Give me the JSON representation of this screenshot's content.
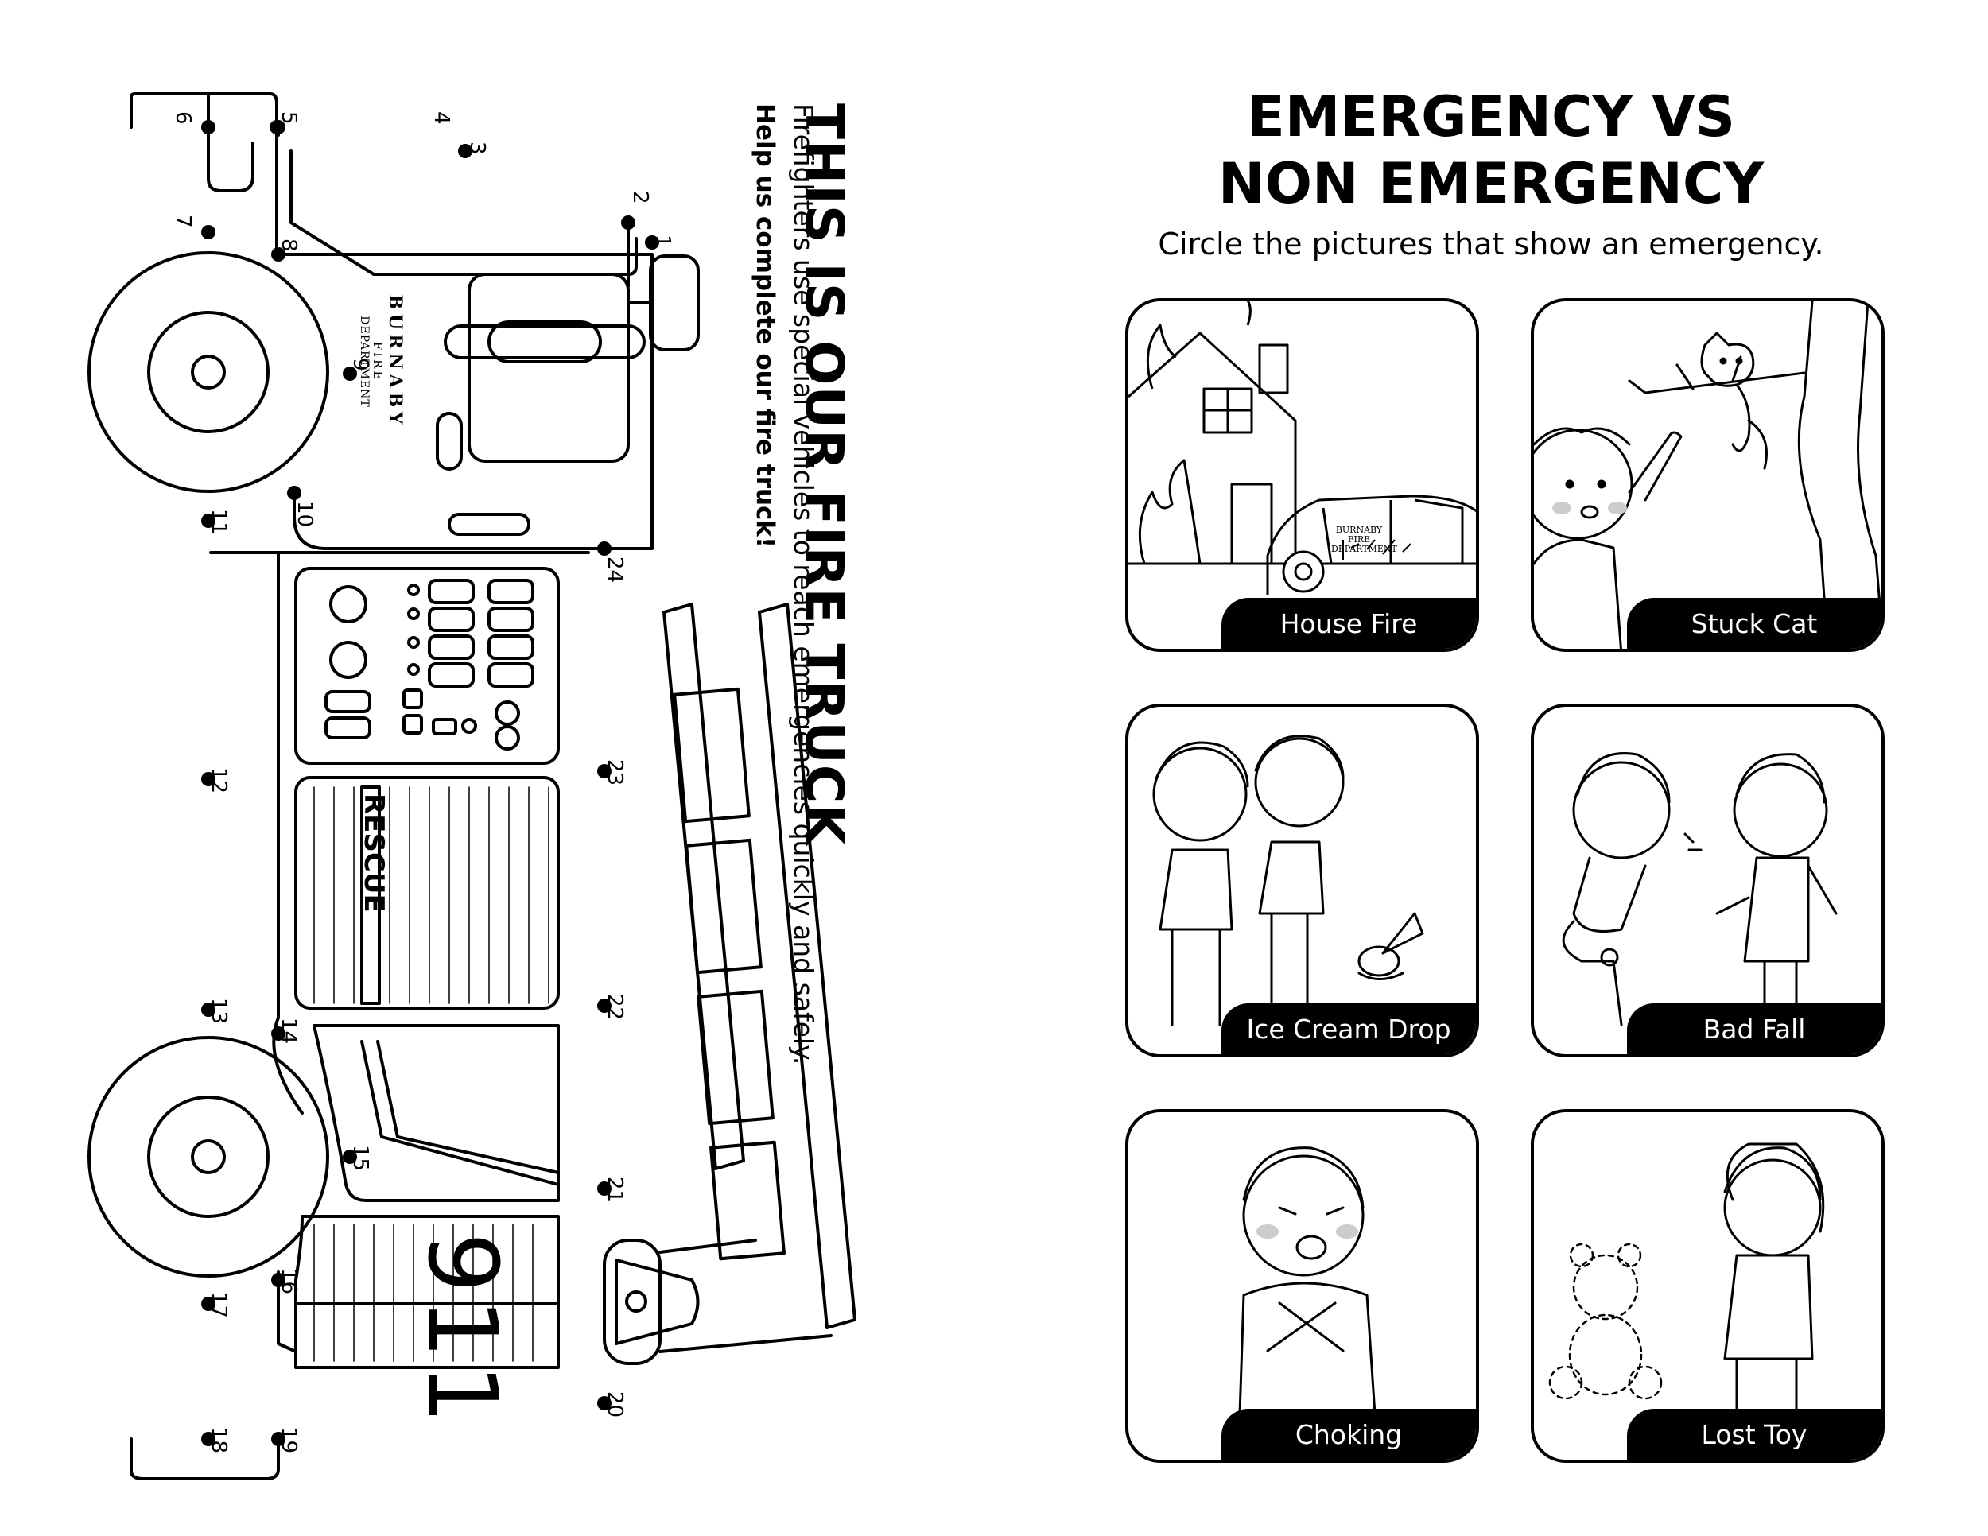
{
  "left_page": {
    "title": "THIS IS OUR FIRE TRUCK",
    "subtitle": "Firefighters use special vehicles to reach emergencies quickly and safely.",
    "help_text": "Help us complete our fire truck!",
    "door_logo": {
      "line1": "BURNABY",
      "line2": "FIRE",
      "line3": "DEPARTMENT"
    },
    "side_panel_label": "RESCUE",
    "number_on_truck": "911",
    "dot_numbers": [
      "1",
      "2",
      "3",
      "4",
      "5",
      "6",
      "7",
      "8",
      "9",
      "10",
      "11",
      "12",
      "13",
      "14",
      "15",
      "16",
      "17",
      "18",
      "19",
      "20",
      "21",
      "22",
      "23",
      "24"
    ]
  },
  "right_page": {
    "title_line1": "EMERGENCY VS",
    "title_line2": "NON EMERGENCY",
    "instruction": "Circle the pictures that show an emergency.",
    "cards": [
      {
        "label": "House Fire",
        "car_logo": "BURNABY FIRE DEPARTMENT"
      },
      {
        "label": "Stuck Cat"
      },
      {
        "label": "Ice Cream Drop"
      },
      {
        "label": "Bad Fall"
      },
      {
        "label": "Choking"
      },
      {
        "label": "Lost Toy"
      }
    ]
  }
}
